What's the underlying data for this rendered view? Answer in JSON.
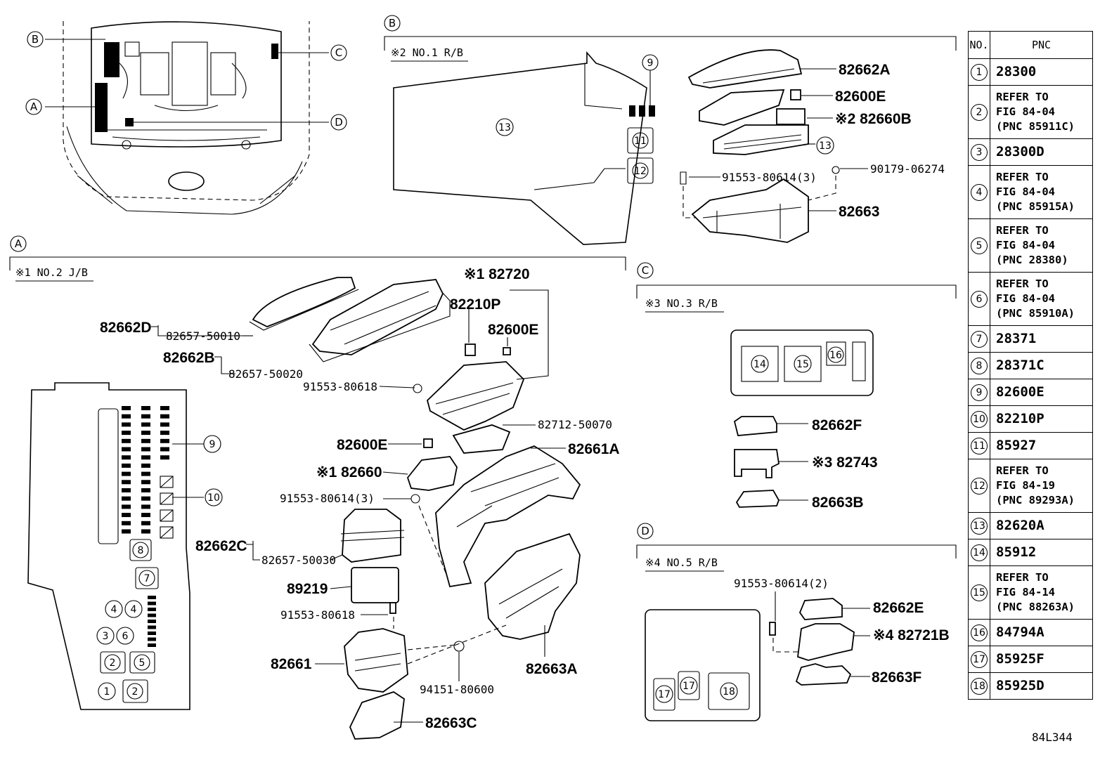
{
  "sections": {
    "A": {
      "letter": "A",
      "caption": "※1 NO.2 J/B"
    },
    "B": {
      "letter": "B",
      "caption": "※2 NO.1 R/B"
    },
    "C": {
      "letter": "C",
      "caption": "※3 NO.3 R/B"
    },
    "D": {
      "letter": "D",
      "caption": "※4 NO.5 R/B"
    }
  },
  "overview_callouts": [
    "A",
    "B",
    "C",
    "D"
  ],
  "parts_A": {
    "p82662D": "82662D",
    "p82657_50010": "82657-50010",
    "p82662B": "82662B",
    "p82657_50020": "82657-50020",
    "p91553_80618a": "91553-80618",
    "p82720": "※1 82720",
    "p82210P": "82210P",
    "p82600E_a": "82600E",
    "p82712_50070": "82712-50070",
    "p82600E_b": "82600E",
    "p82661A": "82661A",
    "p82660": "※1 82660",
    "p91553_80614_3": "91553-80614(3)",
    "p82662C": "82662C",
    "p82657_50030": "82657-50030",
    "p89219": "89219",
    "p91553_80618b": "91553-80618",
    "p82661": "82661",
    "p82663A": "82663A",
    "p94151_80600": "94151-80600",
    "p82663C": "82663C"
  },
  "parts_B": {
    "p82662A": "82662A",
    "p82600E": "82600E",
    "p82660B": "※2 82660B",
    "p91553_80614_3": "91553-80614(3)",
    "p90179_06274": "90179-06274",
    "p82663": "82663"
  },
  "parts_C": {
    "p82662F": "82662F",
    "p82743": "※3 82743",
    "p82663B": "82663B"
  },
  "parts_D": {
    "p91553_80614_2": "91553-80614(2)",
    "p82662E": "82662E",
    "p82721B": "※4 82721B",
    "p82663F": "82663F"
  },
  "refs": {
    "r1": "1",
    "r2": "2",
    "r3": "3",
    "r4": "4",
    "r5": "5",
    "r6": "6",
    "r7": "7",
    "r8": "8",
    "r9": "9",
    "r10": "10",
    "r11": "11",
    "r12": "12",
    "r13": "13",
    "r14": "14",
    "r15": "15",
    "r16": "16",
    "r17": "17",
    "r18": "18"
  },
  "pnc_table": {
    "header_no": "NO.",
    "header_pnc": "PNC",
    "rows": [
      {
        "no": "1",
        "pnc": "28300"
      },
      {
        "no": "2",
        "pnc": "REFER TO\nFIG 84-04\n(PNC 85911C)"
      },
      {
        "no": "3",
        "pnc": "28300D"
      },
      {
        "no": "4",
        "pnc": "REFER TO\nFIG 84-04\n(PNC 85915A)"
      },
      {
        "no": "5",
        "pnc": "REFER TO\nFIG 84-04\n(PNC 28380)"
      },
      {
        "no": "6",
        "pnc": "REFER TO\nFIG 84-04\n(PNC 85910A)"
      },
      {
        "no": "7",
        "pnc": "28371"
      },
      {
        "no": "8",
        "pnc": "28371C"
      },
      {
        "no": "9",
        "pnc": "82600E"
      },
      {
        "no": "10",
        "pnc": "82210P"
      },
      {
        "no": "11",
        "pnc": "85927"
      },
      {
        "no": "12",
        "pnc": "REFER TO\nFIG 84-19\n(PNC 89293A)"
      },
      {
        "no": "13",
        "pnc": "82620A"
      },
      {
        "no": "14",
        "pnc": "85912"
      },
      {
        "no": "15",
        "pnc": "REFER TO\nFIG 84-14\n(PNC 88263A)"
      },
      {
        "no": "16",
        "pnc": "84794A"
      },
      {
        "no": "17",
        "pnc": "85925F"
      },
      {
        "no": "18",
        "pnc": "85925D"
      }
    ]
  },
  "diagram_code": "84L344"
}
